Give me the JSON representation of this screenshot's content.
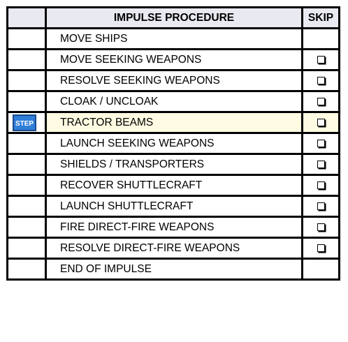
{
  "header": {
    "step_col": "",
    "procedure_title": "IMPULSE PROCEDURE",
    "skip_col": "SKIP"
  },
  "active_step_badge": "STEP",
  "colors": {
    "header_bg": "#e9e9f1",
    "active_row_bg": "#fefbe2",
    "step_badge": "#2f7ed8",
    "border": "#000000"
  },
  "rows": [
    {
      "label": "MOVE SHIPS",
      "has_skip": false,
      "active": false
    },
    {
      "label": "MOVE SEEKING WEAPONS",
      "has_skip": true,
      "active": false
    },
    {
      "label": "RESOLVE SEEKING WEAPONS",
      "has_skip": true,
      "active": false
    },
    {
      "label": "CLOAK / UNCLOAK",
      "has_skip": true,
      "active": false
    },
    {
      "label": "TRACTOR BEAMS",
      "has_skip": true,
      "active": true
    },
    {
      "label": "LAUNCH SEEKING WEAPONS",
      "has_skip": true,
      "active": false
    },
    {
      "label": "SHIELDS / TRANSPORTERS",
      "has_skip": true,
      "active": false
    },
    {
      "label": "RECOVER SHUTTLECRAFT",
      "has_skip": true,
      "active": false
    },
    {
      "label": "LAUNCH SHUTTLECRAFT",
      "has_skip": true,
      "active": false
    },
    {
      "label": "FIRE DIRECT-FIRE WEAPONS",
      "has_skip": true,
      "active": false
    },
    {
      "label": "RESOLVE DIRECT-FIRE WEAPONS",
      "has_skip": true,
      "active": false
    },
    {
      "label": "END OF IMPULSE",
      "has_skip": false,
      "active": false
    }
  ]
}
